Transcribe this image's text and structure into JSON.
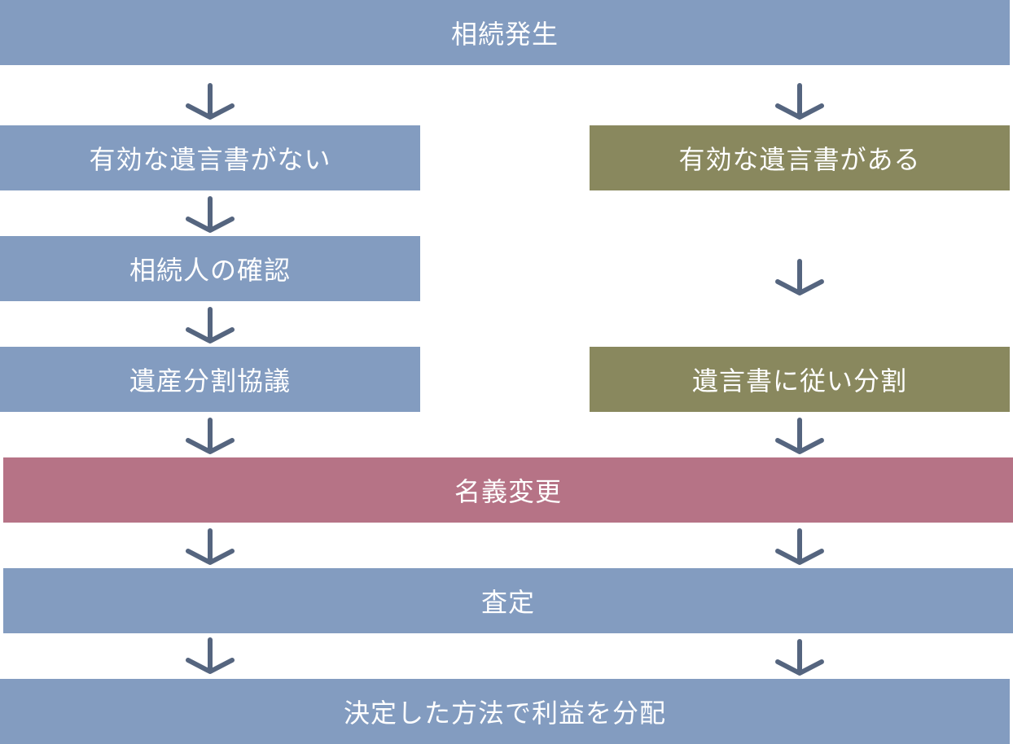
{
  "colors": {
    "blue_box": "#839cc0",
    "olive_box": "#89885e",
    "pink_box": "#b67386",
    "arrow": "#55657f",
    "text": "#ffffff"
  },
  "flow": {
    "start": "相続発生",
    "no_will": {
      "condition": "有効な遺言書がない",
      "step1": "相続人の確認",
      "step2": "遺産分割協議"
    },
    "with_will": {
      "condition": "有効な遺言書がある",
      "step1": "遺言書に従い分割"
    },
    "common": {
      "transfer": "名義変更",
      "appraisal": "査定",
      "distribution": "決定した方法で利益を分配"
    }
  },
  "icons": {
    "arrow": "arrow-down-icon"
  }
}
